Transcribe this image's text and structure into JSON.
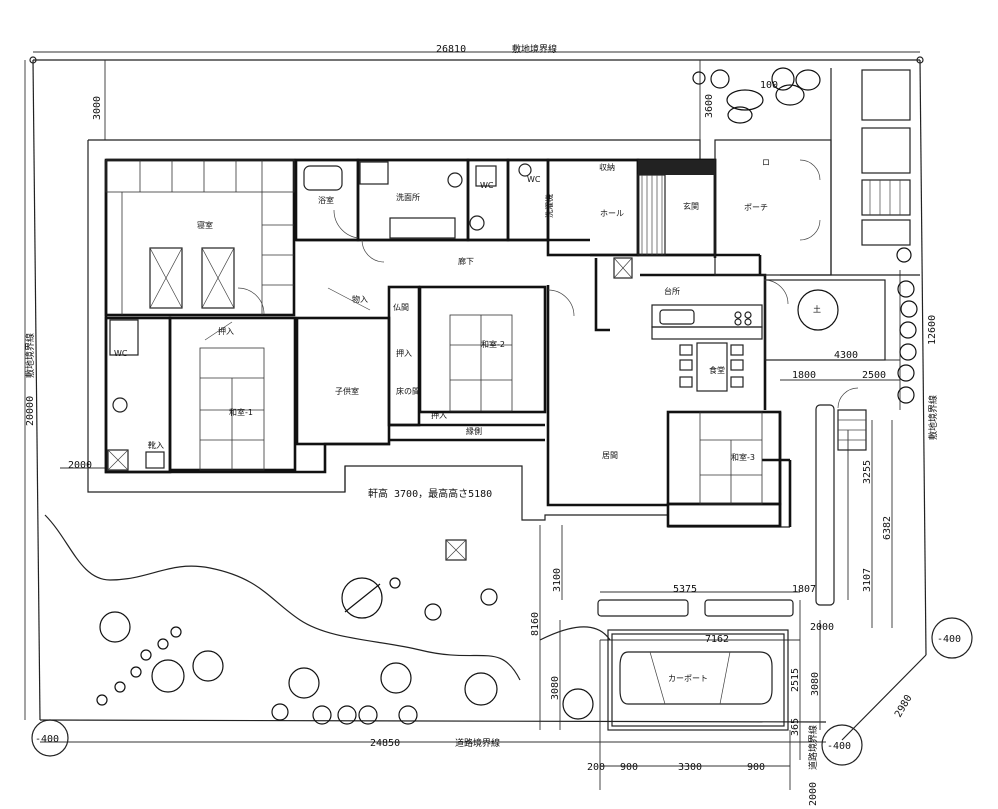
{
  "dimensions": {
    "top_total": "26810",
    "top_label": "敷地境界線",
    "top_setback": "3000",
    "top_small": "3600",
    "top_small2": "100",
    "left_total": "20000",
    "left_label": "敷地境界線",
    "left_bottom": "2000",
    "bottom_total": "24850",
    "bottom_label": "道路境界線",
    "right_1": "12600",
    "right_2": "4300",
    "right_3": "1800",
    "right_4": "2500",
    "right_5": "3255",
    "right_6": "6382",
    "right_7": "3107",
    "mid_1": "3100",
    "mid_2": "8160",
    "mid_3": "3080",
    "garage_w1": "5375",
    "garage_w2": "1807",
    "garage_w3": "7162",
    "garage_r1": "2000",
    "garage_r2": "2515",
    "garage_r3": "3080",
    "garage_r4": "365",
    "garage_b1": "200",
    "garage_b2": "900",
    "garage_b3": "3300",
    "garage_b4": "900",
    "diag_right": "2980",
    "bottom_right": "2000",
    "bottom_right_label": "道路境界線",
    "right_label": "敷地境界線"
  },
  "levels": {
    "bl": "-400",
    "br": "-400",
    "r": "-400"
  },
  "height_note": "軒高 3700，最高高さ5180",
  "rooms": {
    "shinshitsu": "寝室",
    "senmen": "洗面所",
    "yokushitsu": "浴室",
    "wc1": "WC",
    "wc2": "WC",
    "senpuki": "洗濯機",
    "hall": "ホール",
    "genkan": "玄関",
    "porch": "ポーチ",
    "rouka": "廊下",
    "kitchen": "台所",
    "shokudo": "食堂",
    "washitsu1": "和室-1",
    "washitsu2": "和室-2",
    "washitsu3": "和室-3",
    "kodomo": "子供室",
    "oshiire1": "押入",
    "oshiire2": "押入",
    "oshiire3": "押入",
    "butsudan": "仏間",
    "tokonoma": "床の間",
    "engawa": "縁側",
    "ima": "居間",
    "wc3": "WC",
    "kutsu": "靴入",
    "carport": "カーポート",
    "tsuchi": "土",
    "shuno": "収納",
    "ro": "ロ",
    "kaidan": "物入"
  }
}
